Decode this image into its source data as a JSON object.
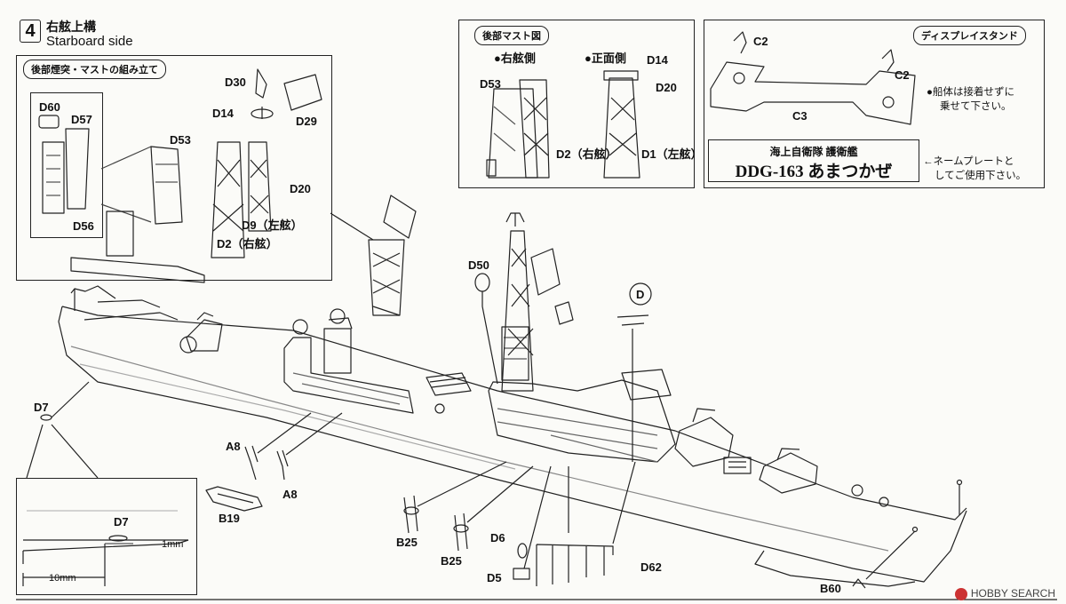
{
  "step": {
    "number": "4",
    "title_jp": "右舷上構",
    "title_en": "Starboard side"
  },
  "inset_stack": {
    "heading": "後部煙突・マストの組み立て",
    "labels": [
      "D30",
      "D29",
      "D14",
      "D53",
      "D60",
      "D57",
      "D56",
      "D20",
      "D9（左舷）",
      "D2（右舷）"
    ]
  },
  "inset_mast": {
    "heading": "後部マスト図",
    "starboard_label": "●右舷側",
    "front_label": "●正面側",
    "labels": [
      "D53",
      "D14",
      "D20",
      "D2（右舷）",
      "D1（左舷）"
    ]
  },
  "inset_stand": {
    "heading": "ディスプレイスタンド",
    "labels": [
      "C2",
      "C2",
      "C3"
    ],
    "note_1": "●船体は接着せずに",
    "note_2": "乗せて下さい。",
    "name_line_1": "海上自衛隊 護衛艦",
    "name_line_2": "DDG-163 あまつかぜ",
    "name_note_1": "←ネームプレートと",
    "name_note_2": "してご使用下さい。"
  },
  "inset_d7": {
    "label": "D7",
    "dim_height": "1mm",
    "dim_length": "10mm"
  },
  "parts": {
    "d7": "D7",
    "a8_top": "A8",
    "a8_bottom": "A8",
    "b19": "B19",
    "b25_top": "B25",
    "b25_bottom": "B25",
    "d6": "D6",
    "d5": "D5",
    "d62": "D62",
    "d50": "D50",
    "d_circle": "D",
    "b60": "B60"
  },
  "watermark": "HOBBY SEARCH"
}
